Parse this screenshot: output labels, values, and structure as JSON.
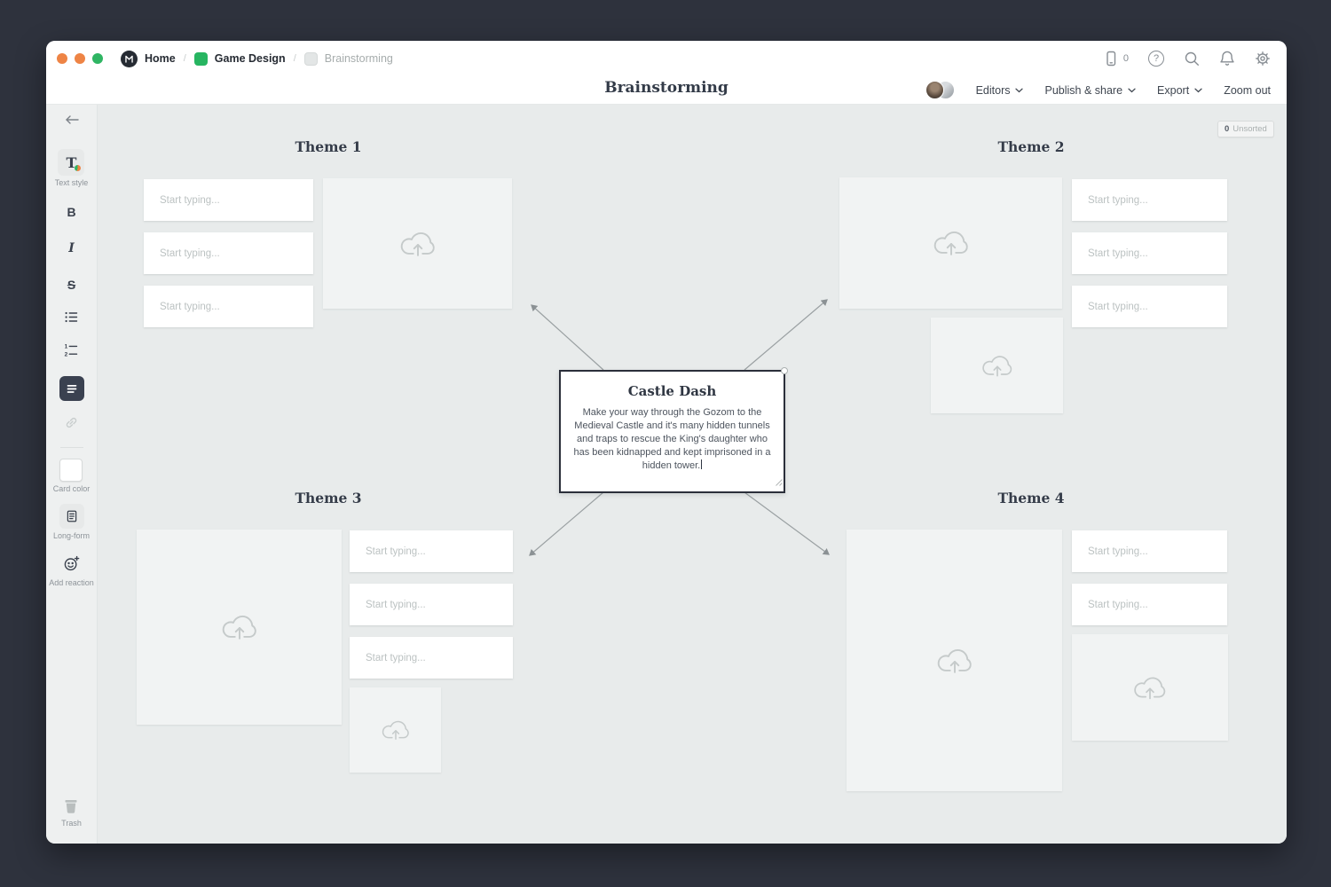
{
  "window": {
    "traffic_lights": [
      {
        "name": "close",
        "color": "#EE8445"
      },
      {
        "name": "minimize",
        "color": "#EE8445"
      },
      {
        "name": "zoom",
        "color": "#2FB563"
      }
    ],
    "breadcrumb": {
      "separator": "/",
      "home": "Home",
      "board": "Game Design",
      "page": "Brainstorming"
    },
    "top_icons": {
      "mobile_count": "0",
      "help_glyph": "?"
    }
  },
  "header": {
    "title": "Brainstorming",
    "editors_label": "Editors",
    "publish_label": "Publish & share",
    "export_label": "Export",
    "zoom_out_label": "Zoom out"
  },
  "toolbar": {
    "text_style_label": "Text style",
    "text_style_glyph": "T",
    "bold_label": "B",
    "italic_label": "I",
    "strike_label": "S",
    "card_color_label": "Card color",
    "long_form_label": "Long-form",
    "add_reaction_label": "Add reaction",
    "trash_label": "Trash"
  },
  "canvas": {
    "unsorted_count": "0",
    "unsorted_label": "Unsorted",
    "placeholder": "Start typing...",
    "themes": [
      {
        "title": "Theme 1"
      },
      {
        "title": "Theme 2"
      },
      {
        "title": "Theme 3"
      },
      {
        "title": "Theme 4"
      }
    ],
    "center_card": {
      "title": "Castle Dash",
      "body": "Make your way through the Gozom to the Medieval Castle and it's many hidden tunnels and traps to rescue the King's daughter who has been kidnapped and kept imprisoned in a hidden tower."
    }
  },
  "colors": {
    "frame_background": "#2E323D",
    "canvas_background": "#E8EBEB",
    "accent_green": "#27B561",
    "selected_tool_background": "#3A4150",
    "selected_card_border": "#2B2F3A",
    "icon_gray": "#878D93"
  }
}
